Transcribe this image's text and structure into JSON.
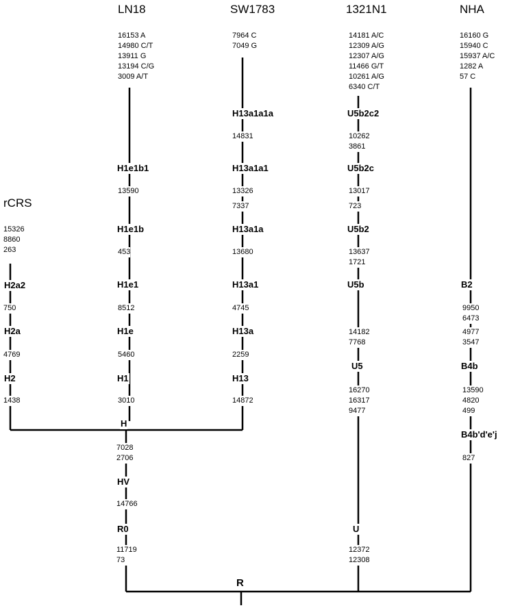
{
  "columns": {
    "rcrs": {
      "title": "rCRS",
      "groups": [
        [
          "15326",
          "8860",
          "263"
        ],
        [
          "750"
        ],
        [
          "4769"
        ],
        [
          "1438"
        ]
      ],
      "haplogroups": [
        "H2a2",
        "H2a",
        "H2"
      ]
    },
    "ln18": {
      "title": "LN18",
      "groups": [
        [
          "16153 A",
          "14980 C/T",
          "13911 G",
          "13194 C/G",
          "3009 A/T"
        ],
        [
          "13590"
        ],
        [
          "453"
        ],
        [
          "8512"
        ],
        [
          "5460"
        ],
        [
          "3010"
        ]
      ],
      "haplogroups": [
        "H1e1b1",
        "H1e1b",
        "H1e1",
        "H1e",
        "H1"
      ]
    },
    "sw1783": {
      "title": "SW1783",
      "groups": [
        [
          "7964 C",
          "7049 G"
        ],
        [
          "14831"
        ],
        [
          "13326"
        ],
        [
          "7337"
        ],
        [
          "13680"
        ],
        [
          "4745"
        ],
        [
          "2259"
        ],
        [
          "14872"
        ]
      ],
      "haplogroups": [
        "H13a1a1a",
        "H13a1a1",
        "H13a1a",
        "H13a1",
        "H13a",
        "H13"
      ]
    },
    "n1321": {
      "title": "1321N1",
      "groups": [
        [
          "14181 A/C",
          "12309 A/G",
          "12307 A/G",
          "11466 G/T",
          "10261 A/G",
          "6340 C/T"
        ],
        [
          "10262",
          "3861"
        ],
        [
          "13017"
        ],
        [
          "723"
        ],
        [
          "13637",
          "1721"
        ],
        [
          "14182",
          "7768"
        ],
        [
          "16270",
          "16317",
          "9477"
        ],
        [
          "12372",
          "12308"
        ]
      ],
      "haplogroups": [
        "U5b2c2",
        "U5b2c",
        "U5b2",
        "U5b",
        "U5",
        "U"
      ]
    },
    "nha": {
      "title": "NHA",
      "groups": [
        [
          "16160 G",
          "15940 C",
          "15937 A/C",
          "1282 A",
          "57 C"
        ],
        [
          "9950",
          "6473"
        ],
        [
          "4977",
          "3547"
        ],
        [
          "13590",
          "4820",
          "499"
        ],
        [
          "827"
        ]
      ],
      "haplogroups": [
        "B2",
        "B4b",
        "B4b'd'e'j"
      ]
    }
  },
  "trunk": {
    "node_h": "H",
    "groups": [
      [
        "7028",
        "2706"
      ],
      [
        "14766"
      ],
      [
        "11719",
        "73"
      ]
    ],
    "haplogroups": [
      "HV",
      "R0"
    ]
  },
  "root": {
    "label": "R"
  }
}
